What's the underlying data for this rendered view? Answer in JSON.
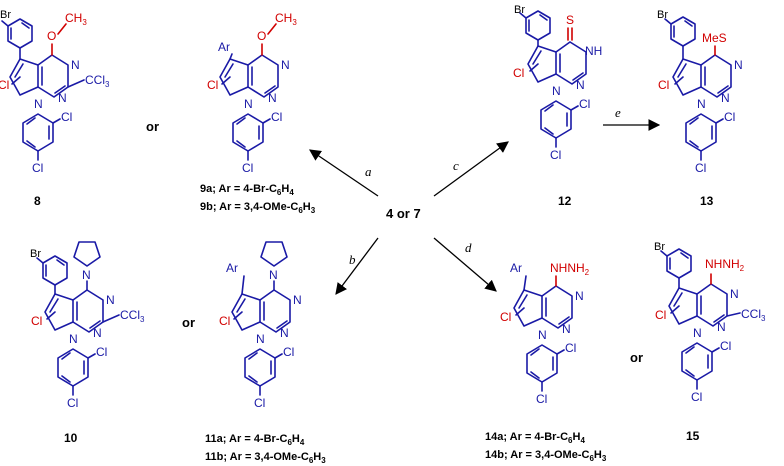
{
  "center_label": "4 or 7",
  "conditions": {
    "a": "a",
    "b": "b",
    "c": "c",
    "d": "d",
    "e": "e"
  },
  "or_word": "or",
  "atoms": {
    "Br": "Br",
    "Cl": "Cl",
    "N": "N",
    "NH": "NH",
    "S": "S",
    "MeS": "MeS",
    "Ar": "Ar",
    "O": "O",
    "CH3_main": "CH",
    "CH3_sub": "3",
    "CCl3_main": "CCl",
    "CCl3_sub": "3",
    "NHNH2_main": "NHNH",
    "NHNH2_sub": "2"
  },
  "compounds": {
    "c8": "8",
    "c10": "10",
    "c12": "12",
    "c13": "13",
    "c15": "15"
  },
  "ar_notes": {
    "n9a": {
      "prefix": "9a; Ar = 4-Br-C",
      "sub1": "6",
      "mid": "H",
      "sub2": "4",
      "end": ""
    },
    "n9b": {
      "prefix": "9b; Ar =  3,4-OMe-C",
      "sub1": "6",
      "mid": "H",
      "sub2": "3",
      "end": ""
    },
    "n11a": {
      "prefix": "11a;  Ar = 4-Br-C",
      "sub1": "6",
      "mid": "H",
      "sub2": "4",
      "end": ""
    },
    "n11b": {
      "prefix": "11b;  Ar =  3,4-OMe-C",
      "sub1": "6",
      "mid": "H",
      "sub2": "3",
      "end": ""
    },
    "n14a": {
      "prefix": "14a;  Ar = 4-Br-C",
      "sub1": "6",
      "mid": "H",
      "sub2": "4",
      "end": ""
    },
    "n14b": {
      "prefix": "14b;  Ar =  3,4-OMe-C",
      "sub1": "6",
      "mid": "H",
      "sub2": "3",
      "end": ""
    }
  },
  "colors": {
    "skeleton": "#1a1aa6",
    "highlight": "#d10000",
    "text": "#000000"
  }
}
